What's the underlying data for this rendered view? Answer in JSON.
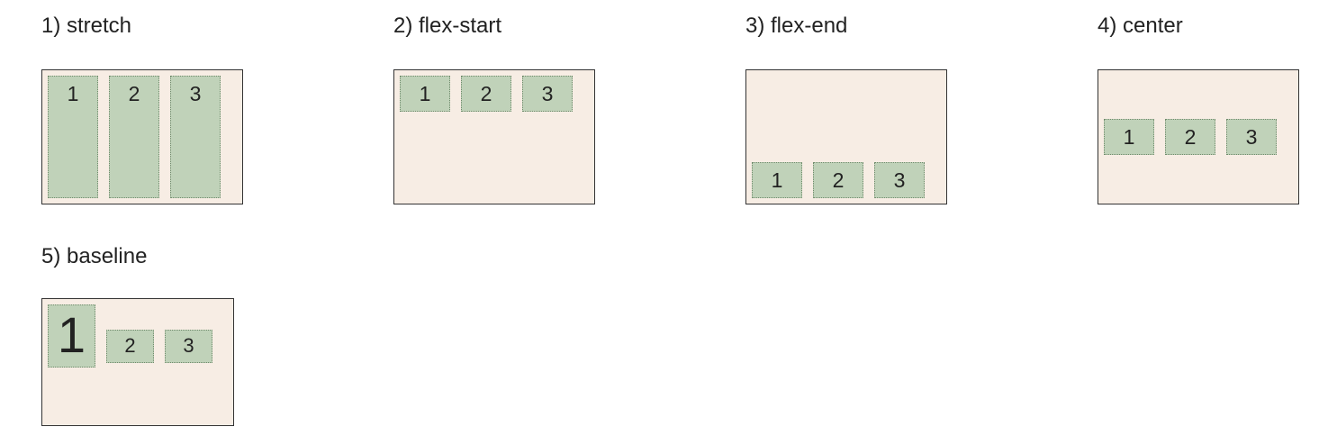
{
  "demos": [
    {
      "title": "1) stretch",
      "align": "stretch",
      "items": [
        "1",
        "2",
        "3"
      ]
    },
    {
      "title": "2) flex-start",
      "align": "flex-start",
      "items": [
        "1",
        "2",
        "3"
      ]
    },
    {
      "title": "3) flex-end",
      "align": "flex-end",
      "items": [
        "1",
        "2",
        "3"
      ]
    },
    {
      "title": "4) center",
      "align": "center",
      "items": [
        "1",
        "2",
        "3"
      ]
    },
    {
      "title": "5) baseline",
      "align": "baseline",
      "items": [
        "1",
        "2",
        "3"
      ]
    }
  ],
  "colors": {
    "container_background": "#f7ede4",
    "container_border": "#333333",
    "item_background": "#c0d2b9",
    "item_border": "#6f8a6b",
    "text": "#222222"
  }
}
